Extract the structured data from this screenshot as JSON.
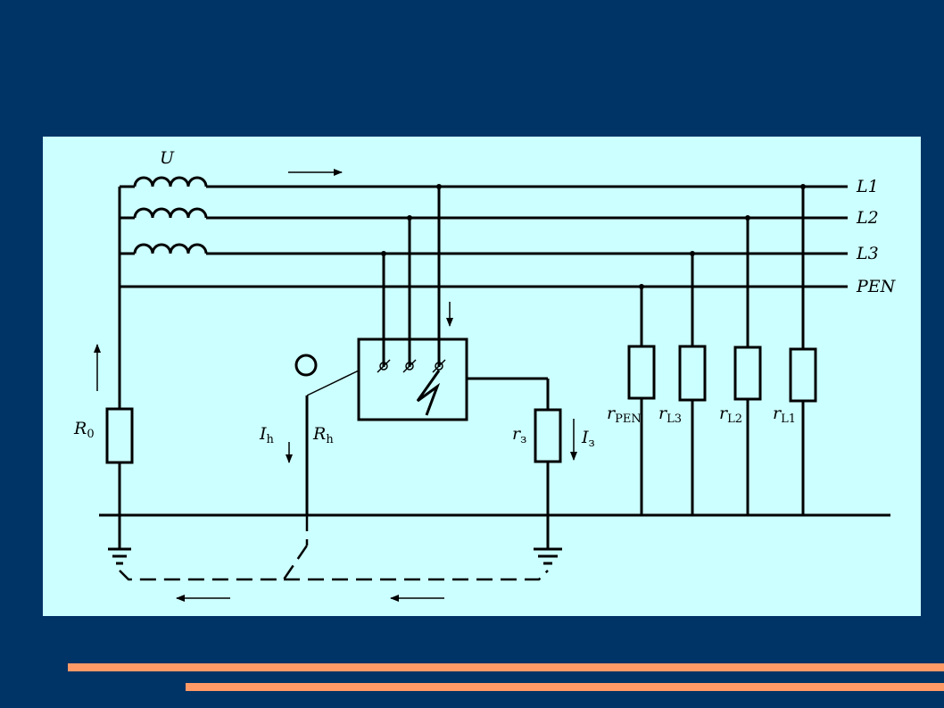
{
  "diagram": {
    "lines": {
      "l1": "L1",
      "l2": "L2",
      "l3": "L3",
      "pen": "PEN"
    },
    "source": {
      "u": "U",
      "r0": "R",
      "r0_sub": "0"
    },
    "human": {
      "ih": "I",
      "ih_sub": "h",
      "rh": "R",
      "rh_sub": "h"
    },
    "ground": {
      "r3": "r",
      "r3_sub": "з",
      "i3": "I",
      "i3_sub": "з"
    },
    "loads": [
      {
        "label": "r",
        "sub": "PEN"
      },
      {
        "label": "r",
        "sub": "L3"
      },
      {
        "label": "r",
        "sub": "L2"
      },
      {
        "label": "r",
        "sub": "L1"
      }
    ]
  },
  "colors": {
    "background": "#003366",
    "panel": "#CCFFFF",
    "accent_bars": "#FF9966"
  }
}
